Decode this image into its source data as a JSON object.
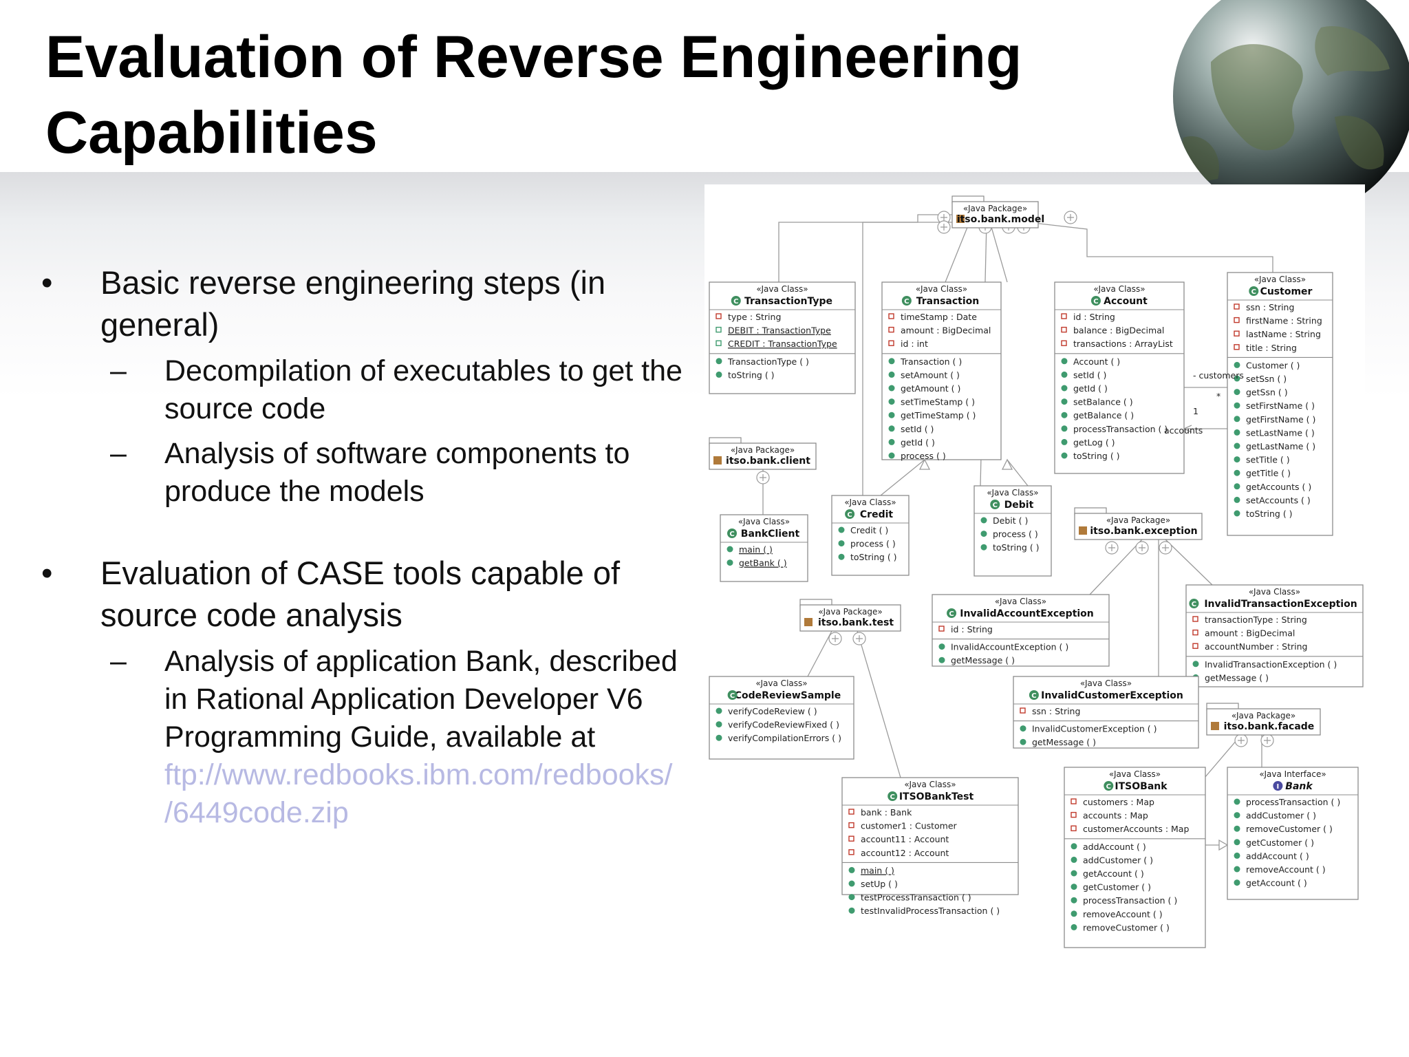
{
  "slide": {
    "title": "Evaluation of Reverse Engineering Capabilities",
    "bullets": [
      {
        "text": "Basic reverse engineering steps (in general)",
        "sub": [
          "Decompilation of executables to get the source code",
          "Analysis of software components to produce the models"
        ]
      },
      {
        "text": "Evaluation of CASE tools capable of source code analysis",
        "sub": [
          "Analysis of application Bank, described in Rational Application Developer V6 Programming Guide, available at"
        ],
        "link": "ftp://www.redbooks.ibm.com/redbooks/ /6449code.zip"
      }
    ]
  },
  "diagram": {
    "boxes": [
      {
        "id": "pkg-model",
        "stereo": "«Java Package»",
        "name": "itso.bank.model",
        "kind": "package",
        "members": []
      },
      {
        "id": "transactiontype",
        "stereo": "«Java Class»",
        "name": "TransactionType",
        "kind": "class",
        "members": [
          "type : String",
          "DEBIT : TransactionType",
          "CREDIT : TransactionType",
          "TransactionType ( )",
          "toString ( )"
        ]
      },
      {
        "id": "transaction",
        "stereo": "«Java Class»",
        "name": "Transaction",
        "kind": "class",
        "members": [
          "timeStamp : Date",
          "amount : BigDecimal",
          "id : int",
          "Transaction ( )",
          "setAmount ( )",
          "getAmount ( )",
          "setTimeStamp ( )",
          "getTimeStamp ( )",
          "setId ( )",
          "getId ( )",
          "process ( )"
        ]
      },
      {
        "id": "account",
        "stereo": "«Java Class»",
        "name": "Account",
        "kind": "class",
        "members": [
          "id : String",
          "balance : BigDecimal",
          "transactions : ArrayList",
          "Account ( )",
          "setId ( )",
          "getId ( )",
          "setBalance ( )",
          "getBalance ( )",
          "processTransaction ( )",
          "getLog ( )",
          "toString ( )"
        ]
      },
      {
        "id": "customer",
        "stereo": "«Java Class»",
        "name": "Customer",
        "kind": "class",
        "members": [
          "ssn : String",
          "firstName : String",
          "lastName : String",
          "title : String",
          "Customer ( )",
          "setSsn ( )",
          "getSsn ( )",
          "setFirstName ( )",
          "getFirstName ( )",
          "setLastName ( )",
          "getLastName ( )",
          "setTitle ( )",
          "getTitle ( )",
          "getAccounts ( )",
          "setAccounts ( )",
          "toString ( )"
        ]
      },
      {
        "id": "pkg-client",
        "stereo": "«Java Package»",
        "name": "itso.bank.client",
        "kind": "package",
        "members": []
      },
      {
        "id": "bankclient",
        "stereo": "«Java Class»",
        "name": "BankClient",
        "kind": "class",
        "members": [
          "main ( )",
          "getBank ( )"
        ]
      },
      {
        "id": "credit",
        "stereo": "«Java Class»",
        "name": "Credit",
        "kind": "class",
        "members": [
          "Credit ( )",
          "process ( )",
          "toString ( )"
        ]
      },
      {
        "id": "debit",
        "stereo": "«Java Class»",
        "name": "Debit",
        "kind": "class",
        "members": [
          "Debit ( )",
          "process ( )",
          "toString ( )"
        ]
      },
      {
        "id": "pkg-exception",
        "stereo": "«Java Package»",
        "name": "itso.bank.exception",
        "kind": "package",
        "members": []
      },
      {
        "id": "pkg-test",
        "stereo": "«Java Package»",
        "name": "itso.bank.test",
        "kind": "package",
        "members": []
      },
      {
        "id": "invalidaccount",
        "stereo": "«Java Class»",
        "name": "InvalidAccountException",
        "kind": "class",
        "members": [
          "id : String",
          "InvalidAccountException ( )",
          "getMessage ( )"
        ]
      },
      {
        "id": "invalidtransaction",
        "stereo": "«Java Class»",
        "name": "InvalidTransactionException",
        "kind": "class",
        "members": [
          "transactionType : String",
          "amount : BigDecimal",
          "accountNumber : String",
          "InvalidTransactionException ( )",
          "getMessage ( )"
        ]
      },
      {
        "id": "codereview",
        "stereo": "«Java Class»",
        "name": "CodeReviewSample",
        "kind": "class",
        "members": [
          "verifyCodeReview ( )",
          "verifyCodeReviewFixed ( )",
          "verifyCompilationErrors ( )"
        ]
      },
      {
        "id": "invalidcustomer",
        "stereo": "«Java Class»",
        "name": "InvalidCustomerException",
        "kind": "class",
        "members": [
          "ssn : String",
          "InvalidCustomerException ( )",
          "getMessage ( )"
        ]
      },
      {
        "id": "pkg-facade",
        "stereo": "«Java Package»",
        "name": "itso.bank.facade",
        "kind": "package",
        "members": []
      },
      {
        "id": "itsobanktest",
        "stereo": "«Java Class»",
        "name": "ITSOBankTest",
        "kind": "class",
        "members": [
          "bank : Bank",
          "customer1 : Customer",
          "account11 : Account",
          "account12 : Account",
          "main ( )",
          "setUp ( )",
          "testProcessTransaction ( )",
          "testInvalidProcessTransaction ( )"
        ]
      },
      {
        "id": "itsobank",
        "stereo": "«Java Class»",
        "name": "ITSOBank",
        "kind": "class",
        "members": [
          "customers : Map",
          "accounts : Map",
          "customerAccounts : Map",
          "addAccount ( )",
          "addCustomer ( )",
          "getAccount ( )",
          "getCustomer ( )",
          "processTransaction ( )",
          "removeAccount ( )",
          "removeCustomer ( )"
        ]
      },
      {
        "id": "bank",
        "stereo": "«Java Interface»",
        "name": "Bank",
        "kind": "interface",
        "members": [
          "processTransaction ( )",
          "addCustomer ( )",
          "removeCustomer ( )",
          "getCustomer ( )",
          "addAccount ( )",
          "removeAccount ( )",
          "getAccount ( )"
        ]
      }
    ],
    "association_labels": [
      "- customers",
      "*",
      "1",
      "accounts"
    ],
    "colors": {
      "field": "#c0392b",
      "field_public": "#3f9b6f",
      "method": "#3f9b6f",
      "link": "#b7b9e3"
    }
  }
}
